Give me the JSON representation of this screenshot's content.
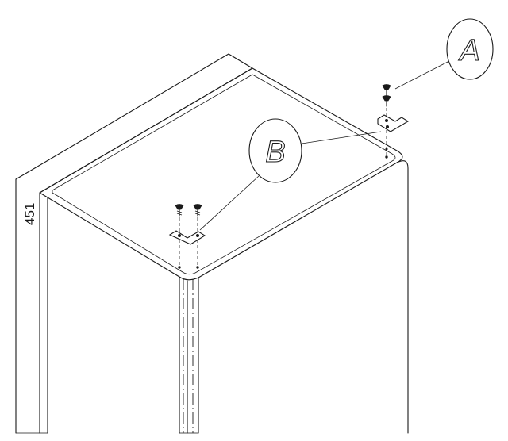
{
  "callouts": {
    "a": {
      "letter": "A"
    },
    "b": {
      "letter": "B"
    }
  },
  "dimension": {
    "value": "451"
  },
  "colors": {
    "line": "#1a1a1a",
    "background": "#ffffff"
  }
}
